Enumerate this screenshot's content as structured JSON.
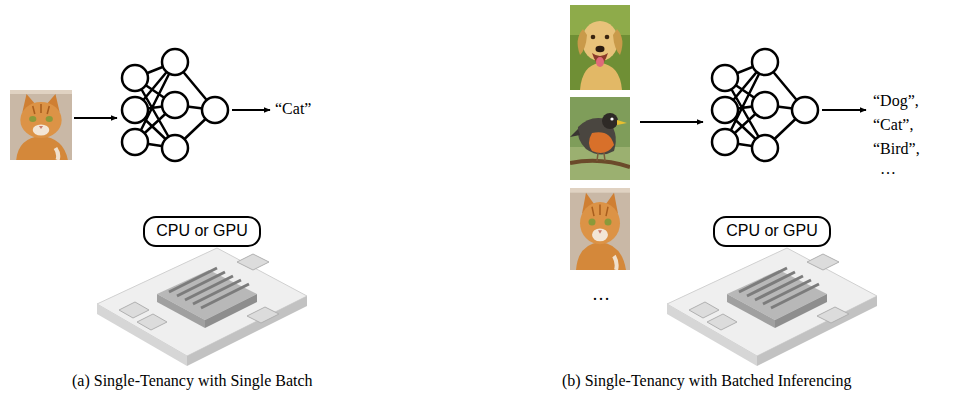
{
  "diagram": {
    "nodes": [
      {
        "text": [
          "CPU or GPU"
        ]
      },
      {
        "text": [
          "CPU or GPU"
        ]
      }
    ],
    "labels": [
      "“Cat”",
      "“Dog”,",
      "“Cat”,",
      "“Bird”,",
      "…",
      "…",
      "(a) Single-Tenancy with Single Batch",
      "(b) Single-Tenancy with Batched Inferencing"
    ]
  }
}
